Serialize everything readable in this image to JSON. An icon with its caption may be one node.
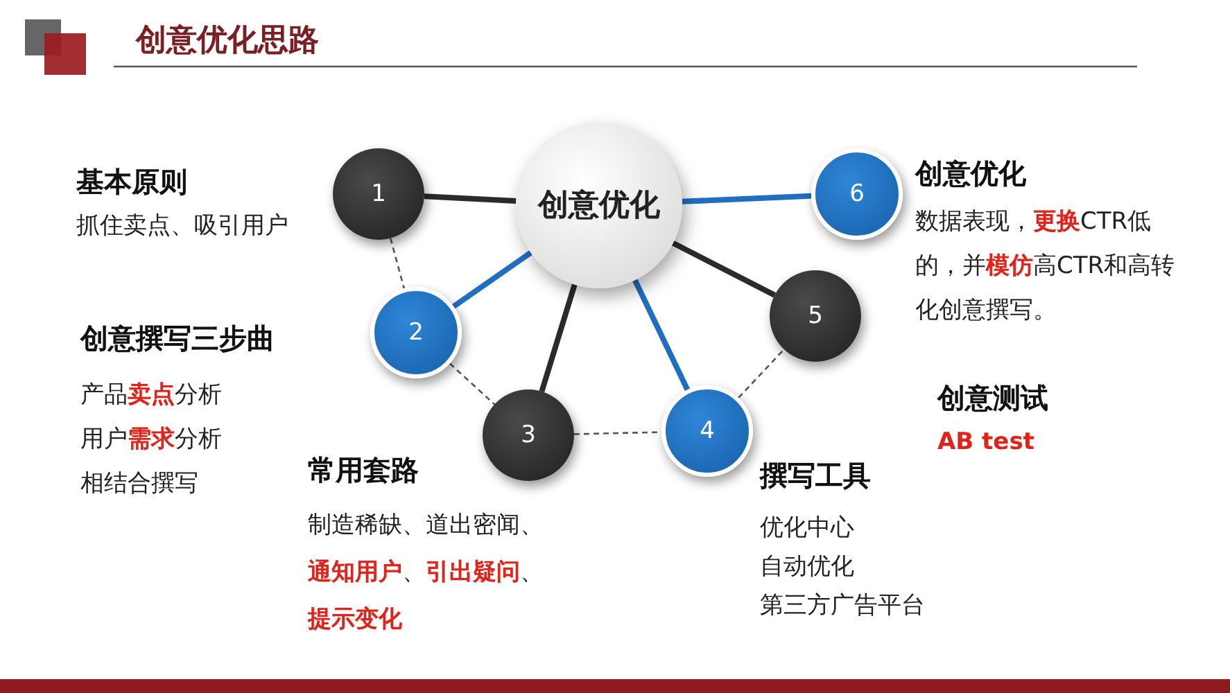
{
  "diagram": {
    "title": "创意优化思路",
    "nodes": [
      {
        "text": [
          "创意优化"
        ]
      },
      {
        "text": [
          "1"
        ],
        "beside": [
          "基本原则",
          "抓住卖点、吸引用户"
        ]
      },
      {
        "text": [
          "2"
        ],
        "beside": [
          "创意撰写三步曲",
          "产品**卖点**分析",
          "用户**需求**分析",
          "相结合撰写"
        ]
      },
      {
        "text": [
          "3"
        ],
        "beside": [
          "常用套路",
          "制造稀缺、道出密闻、**通知用户**、**引出疑问**、**提示变化**"
        ]
      },
      {
        "text": [
          "4"
        ],
        "beside": [
          "撰写工具",
          "优化中心",
          "自动优化",
          "第三方广告平台"
        ]
      },
      {
        "text": [
          "5"
        ],
        "beside": [
          "创意测试",
          "AB test"
        ]
      },
      {
        "text": [
          "6"
        ],
        "beside": [
          "创意优化",
          "数据表现，**更换**CTR低的，并**模仿**高CTR和高转化创意撰写。"
        ]
      }
    ],
    "edges": [
      {
        "from": 0,
        "to": 1,
        "arrow": "none",
        "color": "#2b2b2b"
      },
      {
        "from": 0,
        "to": 2,
        "arrow": "none",
        "color": "#1f6fc0"
      },
      {
        "from": 0,
        "to": 3,
        "arrow": "none",
        "color": "#2b2b2b"
      },
      {
        "from": 0,
        "to": 4,
        "arrow": "none",
        "color": "#1f6fc0"
      },
      {
        "from": 0,
        "to": 5,
        "arrow": "none",
        "color": "#2b2b2b"
      },
      {
        "from": 0,
        "to": 6,
        "arrow": "none",
        "color": "#1f6fc0"
      },
      {
        "from": 1,
        "to": 2,
        "arrow": "none",
        "style": "dashed",
        "color": "#555555"
      },
      {
        "from": 2,
        "to": 3,
        "arrow": "none",
        "style": "dashed",
        "color": "#555555"
      },
      {
        "from": 3,
        "to": 4,
        "arrow": "none",
        "style": "dashed",
        "color": "#555555"
      },
      {
        "from": 4,
        "to": 5,
        "arrow": "none",
        "style": "dashed",
        "color": "#555555"
      }
    ]
  }
}
